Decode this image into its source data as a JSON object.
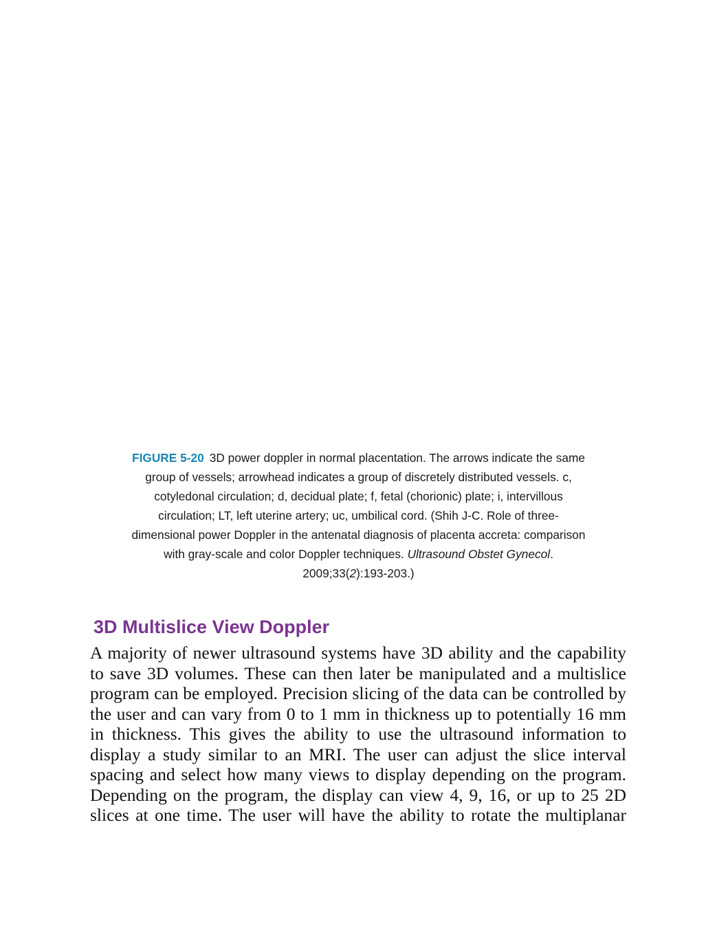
{
  "figure": {
    "label": "FIGURE 5-20",
    "caption_main": "3D power doppler in normal placentation. The arrows indicate the same group of vessels; arrowhead indicates a group of discretely distributed vessels. c, cotyledonal circulation; d, decidual plate; f, fetal (chorionic) plate; i, intervillous circulation; LT, left uterine artery; uc, umbilical cord. (Shih J-C. Role of three-dimensional power Doppler in the antenatal diagnosis of placenta accreta: comparison with gray-scale and color Doppler techniques. ",
    "journal": "Ultrasound Obstet Gynecol",
    "citation_mid": ". 2009;33(",
    "issue": "2",
    "citation_end": "):193-203.)"
  },
  "section": {
    "heading": "3D Multislice View Doppler",
    "paragraph": "A majority of newer ultrasound systems have 3D ability and the capability to save 3D volumes. These can then later be manipulated and a multislice program can be employed. Precision slicing of the data can be controlled by the user and can vary from 0 to 1 mm in thickness up to potentially 16 mm in thickness. This gives the ability to use the ultrasound information to display a study similar to an MRI. The user can adjust the slice interval spacing and select how many views to display depending on the program. Depending on the program, the display can view 4, 9, 16, or up to 25 2D slices at one time. The user will have the ability to rotate the multiplanar"
  }
}
